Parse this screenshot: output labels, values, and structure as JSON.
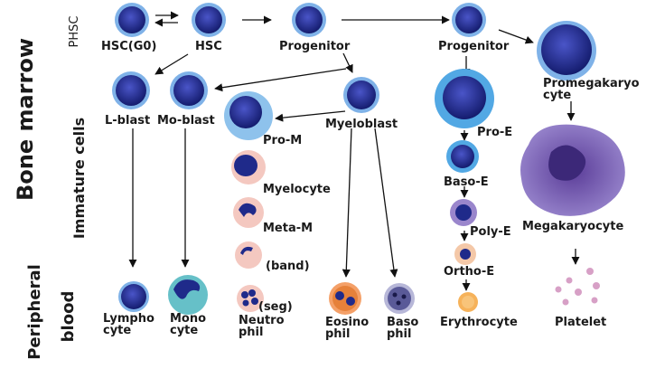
{
  "side_labels": {
    "bone_marrow": "Bone marrow",
    "phsc": "PHSC",
    "immature_cells": "Immature cells",
    "peripheral": "Peripheral",
    "blood": "blood"
  },
  "cells": {
    "hsc_g0": "HSC(G0)",
    "hsc": "HSC",
    "progenitor_1": "Progenitor",
    "progenitor_2": "Progenitor",
    "promegakaryocyte": "Promegakaryo cyte",
    "l_blast": "L-blast",
    "mo_blast": "Mo-blast",
    "myeloblast": "Myeloblast",
    "pro_m": "Pro-M",
    "myelocyte": "Myelocyte",
    "meta_m": "Meta-M",
    "band": "(band)",
    "seg": "(seg)",
    "pro_e": "Pro-E",
    "baso_e": "Baso-E",
    "poly_e": "Poly-E",
    "ortho_e": "Ortho-E",
    "megakaryocyte": "Megakaryocyte",
    "lymphocyte": "Lympho cyte",
    "monocyte": "Mono cyte",
    "neutrophil": "Neutro phil",
    "eosinophil": "Eosino phil",
    "basophil": "Baso phil",
    "erythrocyte": "Erythrocyte",
    "platelet": "Platelet"
  },
  "colors": {
    "nucleus": "#1f2a8a",
    "halo": "#7fb2e8",
    "pink": "#f4c8c0",
    "megakaryocyte": "#7f66b8",
    "platelet": "#d7a0c6",
    "erythrocyte": "#f6b25a",
    "monocyte": "#66c0c8",
    "eosinophil": "#e6813a",
    "basophil": "#6a6aa0"
  }
}
